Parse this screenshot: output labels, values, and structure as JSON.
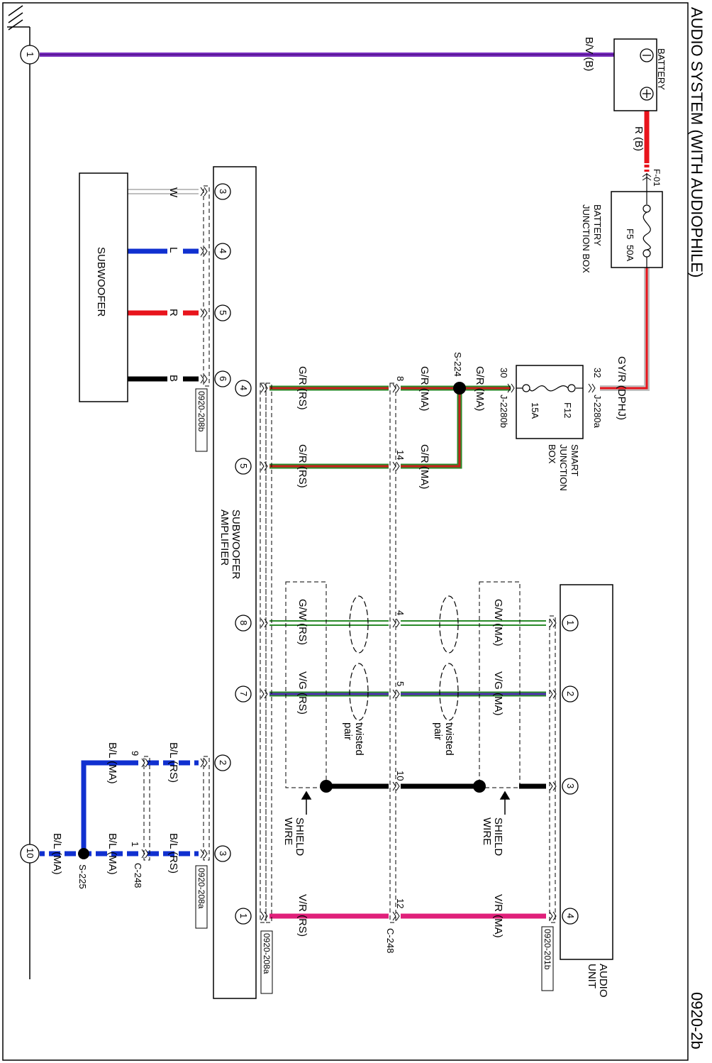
{
  "title": "AUDIO SYSTEM (WITH AUDIOPHILE)",
  "page_code": "0920-2b",
  "components": {
    "battery": "BATTERY",
    "battery_junction_box": "BATTERY JUNCTION BOX",
    "smart_junction_box": "SMART JUNCTION BOX",
    "subwoofer": "SUBWOOFER",
    "subwoofer_amplifier": "SUBWOOFER AMPLIFIER",
    "audio_unit": "AUDIO UNIT"
  },
  "fuses": {
    "bjb": {
      "name": "F5",
      "rating": "50A"
    },
    "sjb": {
      "name": "F12",
      "rating": "15A"
    }
  },
  "connectors": {
    "f01": "F-01",
    "j2280a": "J-2280a",
    "j2280b": "J-2280b",
    "c248": "C-248",
    "s224": "S-224",
    "s225": "S-225"
  },
  "wires": {
    "bv_b": "B/V (B)",
    "r_b": "R (B)",
    "gyr_dphj": "GY/R (DPHJ)",
    "gr_ma": "G/R (MA)",
    "gr_rs": "G/R (RS)",
    "gw_rs": "G/W (RS)",
    "gw_ma": "G/W (MA)",
    "vg_rs": "V/G (RS)",
    "vg_ma": "V/G (MA)",
    "bl_rs": "B/L (RS)",
    "bl_ma": "B/L (MA)",
    "vr_rs": "V/R (RS)",
    "vr_ma": "V/R (MA)",
    "w": "W",
    "l": "L",
    "r": "R",
    "b": "B"
  },
  "notes": {
    "twisted": "twisted",
    "pair": "pair",
    "shield": "SHIELD",
    "wire": "WIRE"
  },
  "connector_codes": {
    "c208b": "0920-208b",
    "c208a": "0920-208a",
    "c208a_2": "0920-208a",
    "c201b": "0920-201b"
  },
  "pins": {
    "p1": "1",
    "p2": "2",
    "p3": "3",
    "p4": "4",
    "p5": "5",
    "p6": "6",
    "p7": "7",
    "p8": "8",
    "p9": "9",
    "p10": "10",
    "p12": "12",
    "p14": "14",
    "p30": "30",
    "p32": "32"
  },
  "colors": {
    "purple": "#7a2fbf",
    "red": "#e8141c",
    "green": "#2a8a2a",
    "blue": "#1030d0",
    "magenta": "#e0207a",
    "gray": "#c0c0c0",
    "black": "#000000"
  }
}
